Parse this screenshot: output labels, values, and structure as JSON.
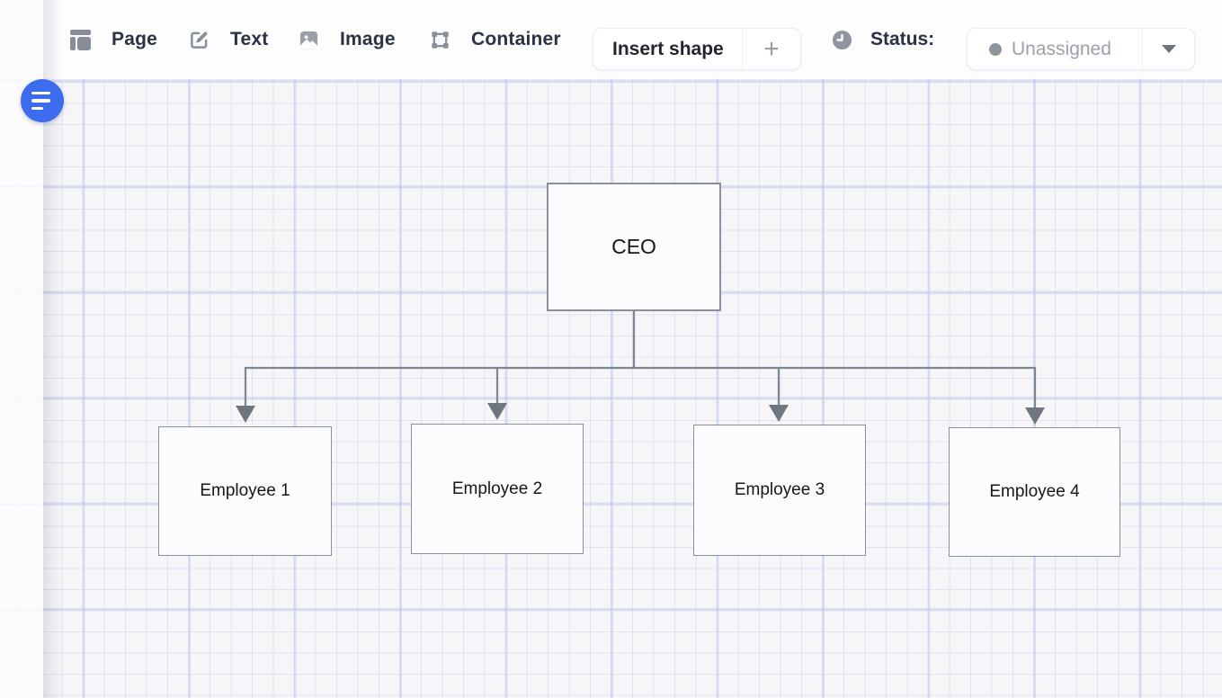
{
  "toolbar": {
    "items": [
      {
        "label": "Page",
        "icon": "page-icon"
      },
      {
        "label": "Text",
        "icon": "text-edit-icon"
      },
      {
        "label": "Image",
        "icon": "image-icon"
      },
      {
        "label": "Container",
        "icon": "container-frame-icon"
      }
    ],
    "insert_shape_label": "Insert shape",
    "plus_label": "+",
    "status_label": "Status:",
    "status_value": "Unassigned"
  },
  "diagram": {
    "nodes": [
      {
        "id": "ceo",
        "label": "CEO"
      },
      {
        "id": "employee-1",
        "label": "Employee 1"
      },
      {
        "id": "employee-2",
        "label": "Employee 2"
      },
      {
        "id": "employee-3",
        "label": "Employee 3"
      },
      {
        "id": "employee-4",
        "label": "Employee 4"
      }
    ],
    "edges": [
      {
        "from": "ceo",
        "to": "employee-1"
      },
      {
        "from": "ceo",
        "to": "employee-2"
      },
      {
        "from": "ceo",
        "to": "employee-3"
      },
      {
        "from": "ceo",
        "to": "employee-4"
      }
    ],
    "colors": {
      "node_fill": "#fcfcfe",
      "node_border": "#8b919c",
      "connector": "#7d8590",
      "arrowhead": "#6f7680",
      "accent_blue": "#3e6cee"
    }
  }
}
